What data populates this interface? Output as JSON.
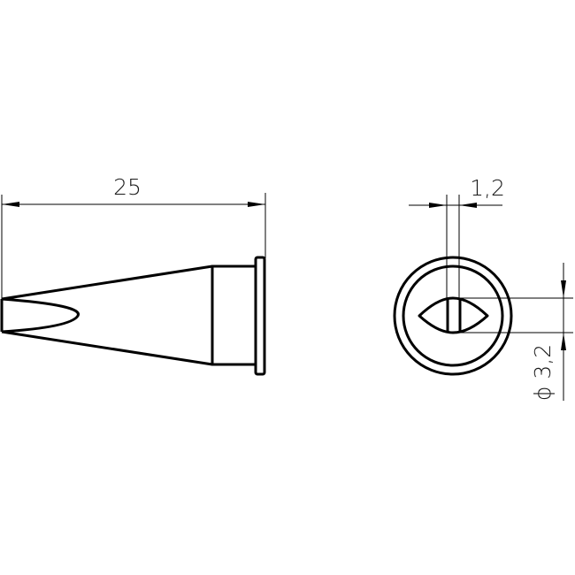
{
  "drawing": {
    "subject": "chisel soldering tip",
    "stroke_color": "#000000",
    "background_color": "#ffffff"
  },
  "side_view": {
    "length_dimension": {
      "label": "25"
    }
  },
  "end_view": {
    "width_dimension": {
      "label": "1,2"
    },
    "diameter_dimension": {
      "label": "ϕ 3,2"
    }
  }
}
